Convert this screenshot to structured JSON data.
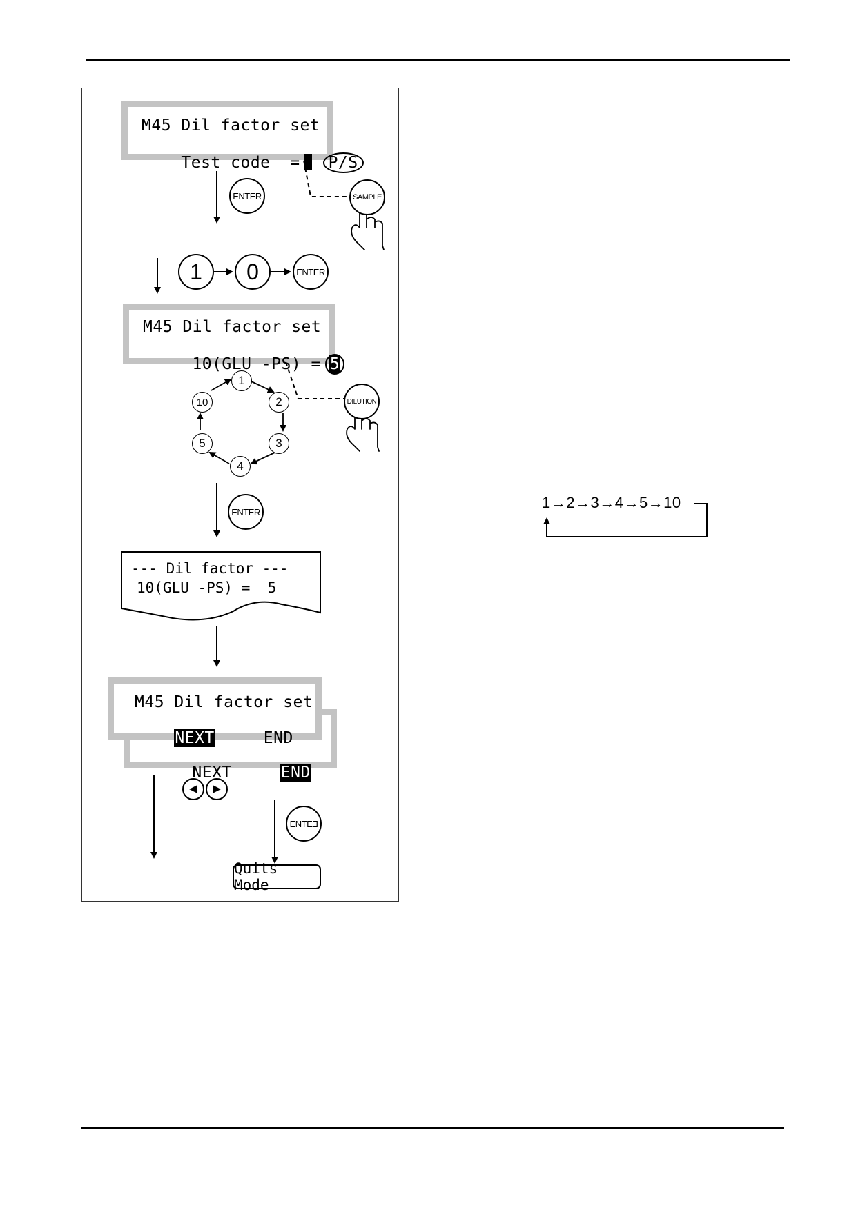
{
  "screen1": {
    "line1": "M45 Dil factor set",
    "line2_label": "Test code  =",
    "ps_label": "P/S"
  },
  "keys": {
    "enter": "ENTER",
    "enter_alt": "ENTEƎ",
    "sample": "SAMPLE",
    "dilution": "DILUTION",
    "digit1": "1",
    "digit0": "0"
  },
  "screen2": {
    "line1": "M45 Dil factor set",
    "line2_label": "10(GLU -PS) =",
    "value": "5"
  },
  "cycle": {
    "nodes": [
      "1",
      "2",
      "3",
      "4",
      "5",
      "10"
    ]
  },
  "printout": {
    "line1": "--- Dil factor ---",
    "line2": "10(GLU -PS) =  5"
  },
  "screen3": {
    "line1": "M45 Dil factor set",
    "next": "NEXT",
    "end": "END"
  },
  "screen4": {
    "next": "NEXT",
    "end": "END"
  },
  "quits_label": "Quits Mode",
  "sequence_text": "1→2→3→4→5→10"
}
